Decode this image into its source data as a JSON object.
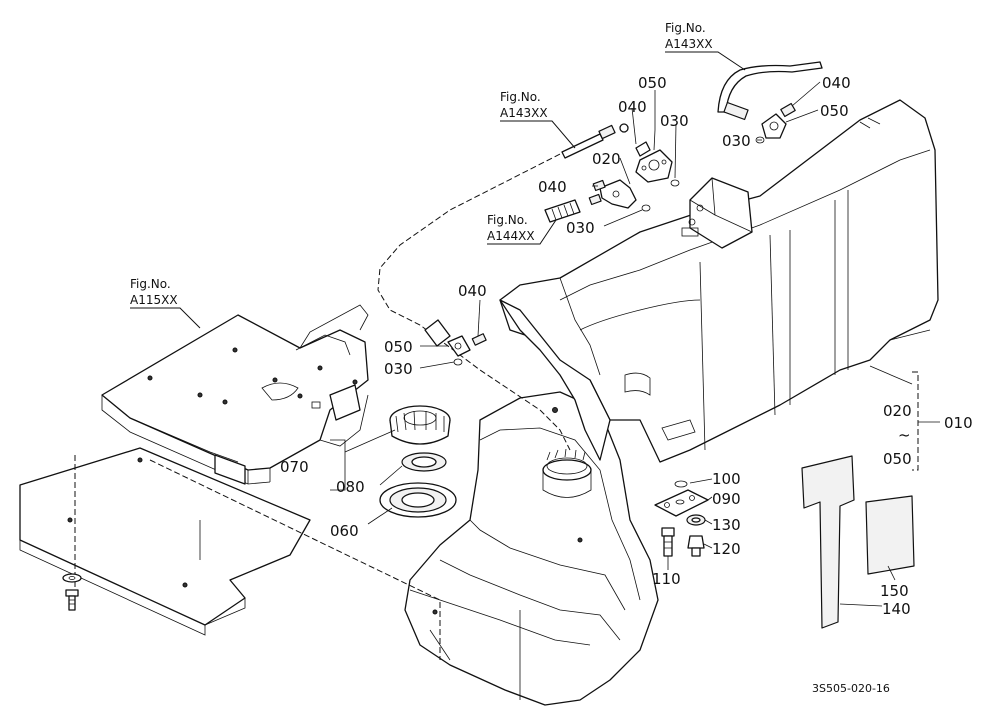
{
  "figure_refs": {
    "top_right": {
      "label": "Fig.No.",
      "code": "A143XX"
    },
    "top_middle": {
      "label": "Fig.No.",
      "code": "A143XX"
    },
    "middle": {
      "label": "Fig.No.",
      "code": "A144XX"
    },
    "left": {
      "label": "Fig.No.",
      "code": "A115XX"
    }
  },
  "callouts": {
    "c040_top_right": "040",
    "c050_top_right": "050",
    "c030_top_right": "030",
    "c050_top_mid": "050",
    "c040_top_mid": "040",
    "c030_top_mid": "030",
    "c020_top_mid": "020",
    "c040_mid": "040",
    "c030_mid": "030",
    "c040_left": "040",
    "c050_left": "050",
    "c030_left": "030",
    "c070": "070",
    "c080": "080",
    "c060": "060",
    "c100": "100",
    "c090": "090",
    "c130": "130",
    "c120": "120",
    "c110": "110",
    "c150": "150",
    "c140": "140"
  },
  "assembly_group": {
    "from": "020",
    "tilde": "~",
    "to": "050",
    "parent": "010"
  },
  "drawing_code": "3S505-020-16"
}
